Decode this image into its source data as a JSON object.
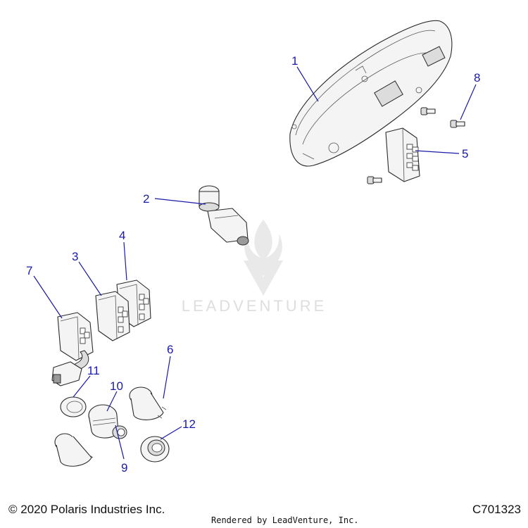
{
  "diagram": {
    "callouts": {
      "c1": "1",
      "c2": "2",
      "c3": "3",
      "c4": "4",
      "c5": "5",
      "c6": "6",
      "c7": "7",
      "c8": "8",
      "c9": "9",
      "c10": "10",
      "c11": "11",
      "c12": "12"
    },
    "colors": {
      "callout": "#1a1aa8",
      "outline": "#2a2a2a",
      "watermark": "#dedede"
    },
    "watermark": {
      "logo_icon": "leadventure-logo-icon",
      "text": "LEADVENTURE"
    }
  },
  "footer": {
    "copyright": "© 2020 Polaris Industries Inc.",
    "rendered_by": "Rendered by LeadVenture, Inc.",
    "drawing_number": "C701323"
  }
}
